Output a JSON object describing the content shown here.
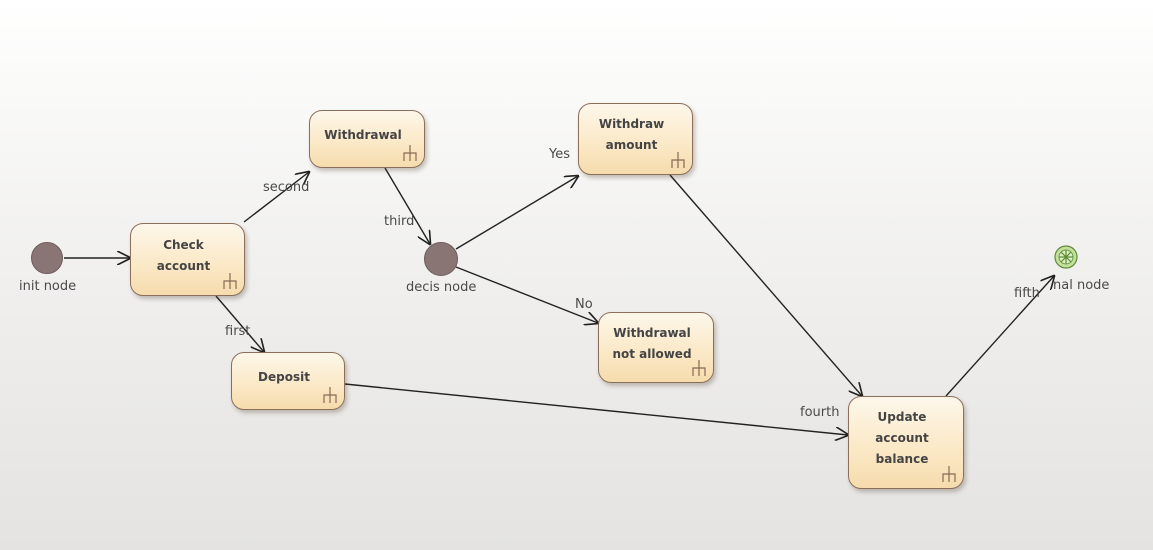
{
  "nodes": {
    "init": "init node",
    "decision": "decis node",
    "final": "nal node",
    "check_account": "Check\naccount",
    "withdrawal": "Withdrawal",
    "deposit": "Deposit",
    "withdraw_amount": "Withdraw\namount",
    "withdrawal_not_allowed": "Withdrawal\nnot allowed",
    "update_account_balance": "Update\naccount\nbalance"
  },
  "edges": {
    "first": "first",
    "second": "second",
    "third": "third",
    "fourth": "fourth",
    "fifth": "fifth",
    "yes": "Yes",
    "no": "No"
  },
  "colors": {
    "action_fill": "#fbe9c8",
    "action_border": "#8c6f5a",
    "pseudo_state": "#8a7575",
    "final_state": "#b8d98a",
    "edge": "#222222"
  },
  "icons": {
    "action_marker": "call-behavior-rake-icon",
    "final_marker": "final-node-asterisk-icon"
  }
}
